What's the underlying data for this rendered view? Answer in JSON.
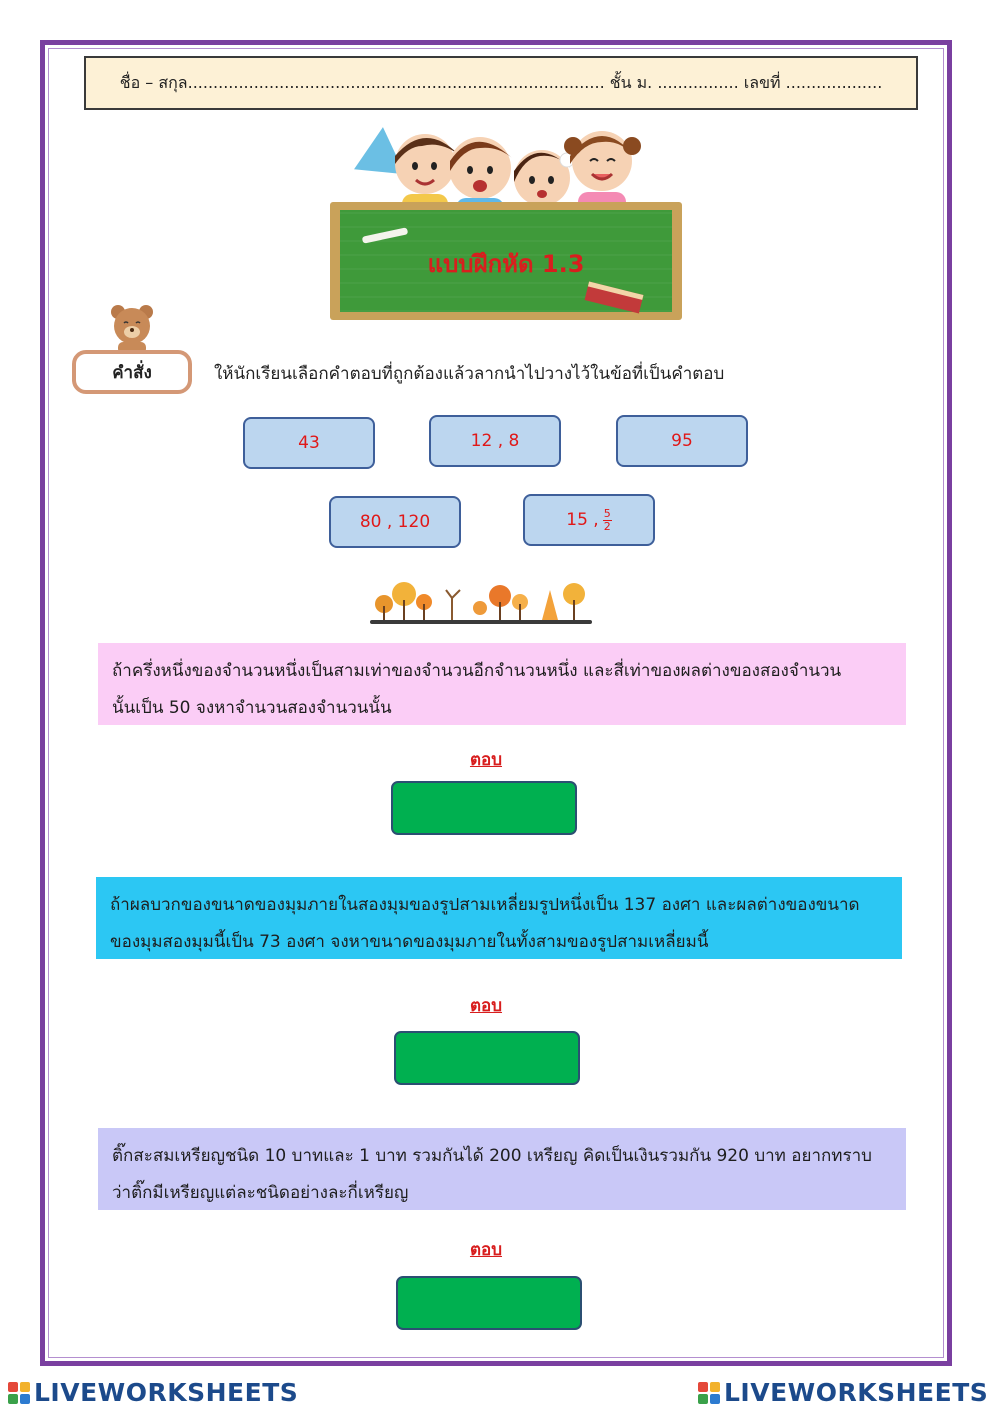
{
  "header": {
    "name_line": "ชื่อ – สกุล.................................................................................. ชั้น ม. ................  เลขที่ ..................."
  },
  "banner": {
    "title": "แบบฝึกหัด 1.3"
  },
  "directive": {
    "label": "คำสั่ง",
    "text": "ให้นักเรียนเลือกคำตอบที่ถูกต้องแล้วลากนำไปวางไว้ในข้อที่เป็นคำตอบ"
  },
  "options": [
    {
      "text": "43"
    },
    {
      "text": "12 , 8"
    },
    {
      "text": "95"
    },
    {
      "text": "80 , 120"
    },
    {
      "text": "15 ,",
      "frac_num": "5",
      "frac_den": "2"
    }
  ],
  "questions": [
    {
      "line1": "ถ้าครึ่งหนึ่งของจำนวนหนึ่งเป็นสามเท่าของจำนวนอีกจำนวนหนึ่ง และสี่เท่าของผลต่างของสองจำนวน",
      "line2": "นั้นเป็น 50 จงหาจำนวนสองจำนวนนั้น",
      "answer_label": "ตอบ",
      "color": "#fbcdf6"
    },
    {
      "line1": "ถ้าผลบวกของขนาดของมุมภายในสองมุมของรูปสามเหลี่ยมรูปหนึ่งเป็น 137 องศา และผลต่างของขนาด",
      "line2": "ของมุมสองมุมนี้เป็น 73 องศา จงหาขนาดของมุมภายในทั้งสามของรูปสามเหลี่ยมนี้",
      "answer_label": "ตอบ",
      "color": "#2cc7f3"
    },
    {
      "line1": "ติ๊กสะสมเหรียญชนิด 10 บาทและ 1 บาท รวมกันได้ 200 เหรียญ คิดเป็นเงินรวมกัน 920 บาท อยากทราบ",
      "line2": "ว่าติ๊กมีเหรียญแต่ละชนิดอย่างละกี่เหรียญ",
      "answer_label": "ตอบ",
      "color": "#c9c8f7"
    }
  ],
  "footer": {
    "brand": "LIVEWORKSHEETS"
  },
  "colors": {
    "frame": "#7a3fa0",
    "tile_fill": "#bcd6ef",
    "tile_text": "#e01818",
    "drop_fill": "#00b050",
    "brand": "#1c4a8b"
  }
}
